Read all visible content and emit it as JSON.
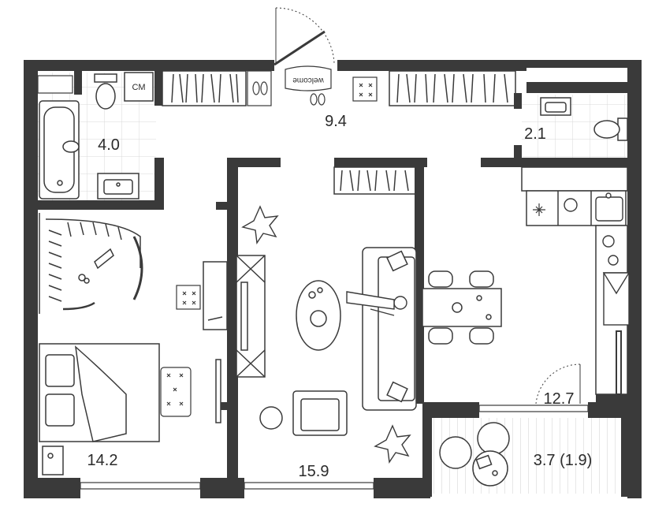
{
  "plan": {
    "colors": {
      "wall": "#3a3a3a",
      "line": "#3a3a3a",
      "tile": "#d9d9d9",
      "floor": "#ffffff"
    },
    "rooms": [
      {
        "id": "hallway",
        "area": "9.4"
      },
      {
        "id": "bathroom",
        "area": "4.0"
      },
      {
        "id": "wc",
        "area": "2.1"
      },
      {
        "id": "bedroom",
        "area": "14.2"
      },
      {
        "id": "living-room",
        "area": "15.9"
      },
      {
        "id": "kitchen",
        "area": "12.7"
      },
      {
        "id": "balcony",
        "area": "3.7 (1.9)"
      }
    ],
    "labels": {
      "washer": "СМ",
      "doormat": "welcome"
    },
    "icons": [
      "bathtub-icon",
      "toilet-icon",
      "sink-icon",
      "washing-machine-icon",
      "wardrobe-icon",
      "bed-icon",
      "nightstand-icon",
      "pouf-icon",
      "tv-icon",
      "sofa-icon",
      "armchair-icon",
      "coffee-table-icon",
      "dining-table-icon",
      "chair-icon",
      "stove-icon",
      "fridge-icon",
      "plant-icon",
      "shoes-icon",
      "rug-icon",
      "person-icon",
      "balcony-chair-icon"
    ]
  }
}
